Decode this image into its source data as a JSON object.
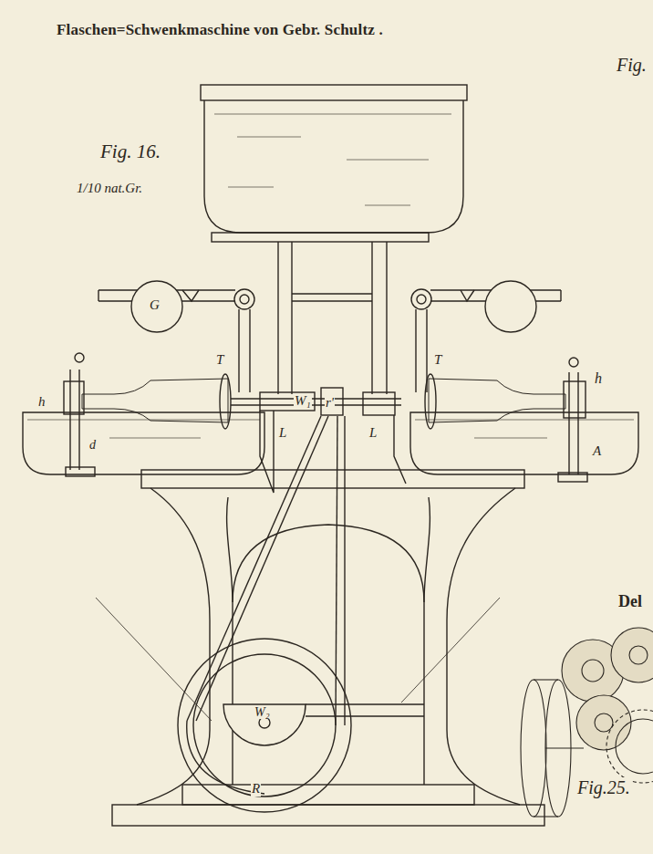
{
  "diagram": {
    "title": "Flaschen=Schwenkmaschine von Gebr. Schultz .",
    "labels": [
      "Fig. 16.",
      "1/10 nat.Gr.",
      "G",
      "T",
      "T",
      "h",
      "d",
      "L",
      "W₁",
      "r'",
      "L",
      "h",
      "A",
      "W₂",
      "R",
      "Fig.",
      "Del",
      "Fig.25."
    ]
  }
}
